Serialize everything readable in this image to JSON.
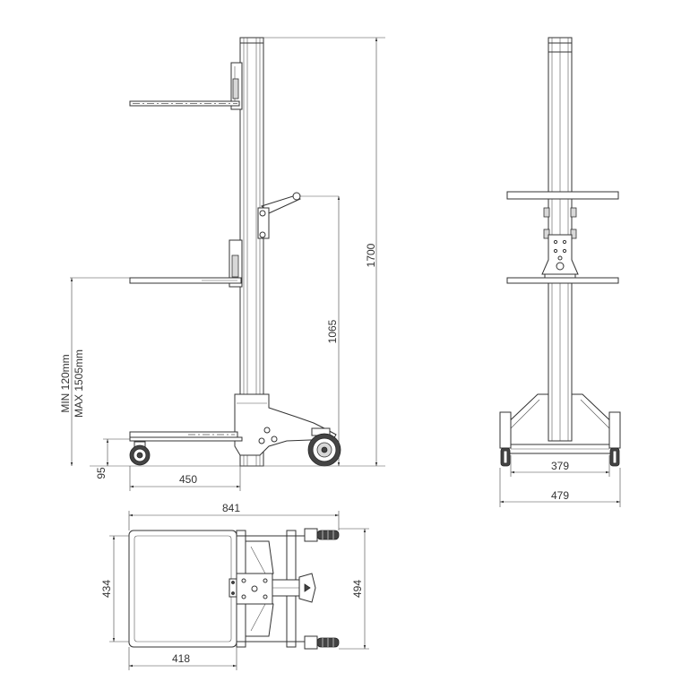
{
  "dimensions": {
    "total_height": "1700",
    "lift_height": "1065",
    "min_max_line1": "MIN 120mm",
    "min_max_line2": "MAX 1505mm",
    "ground_clearance": "95",
    "fork_length": "450",
    "inner_width": "379",
    "outer_width": "479",
    "total_length": "841",
    "base_width": "494",
    "platform_depth": "434",
    "platform_width": "418"
  }
}
